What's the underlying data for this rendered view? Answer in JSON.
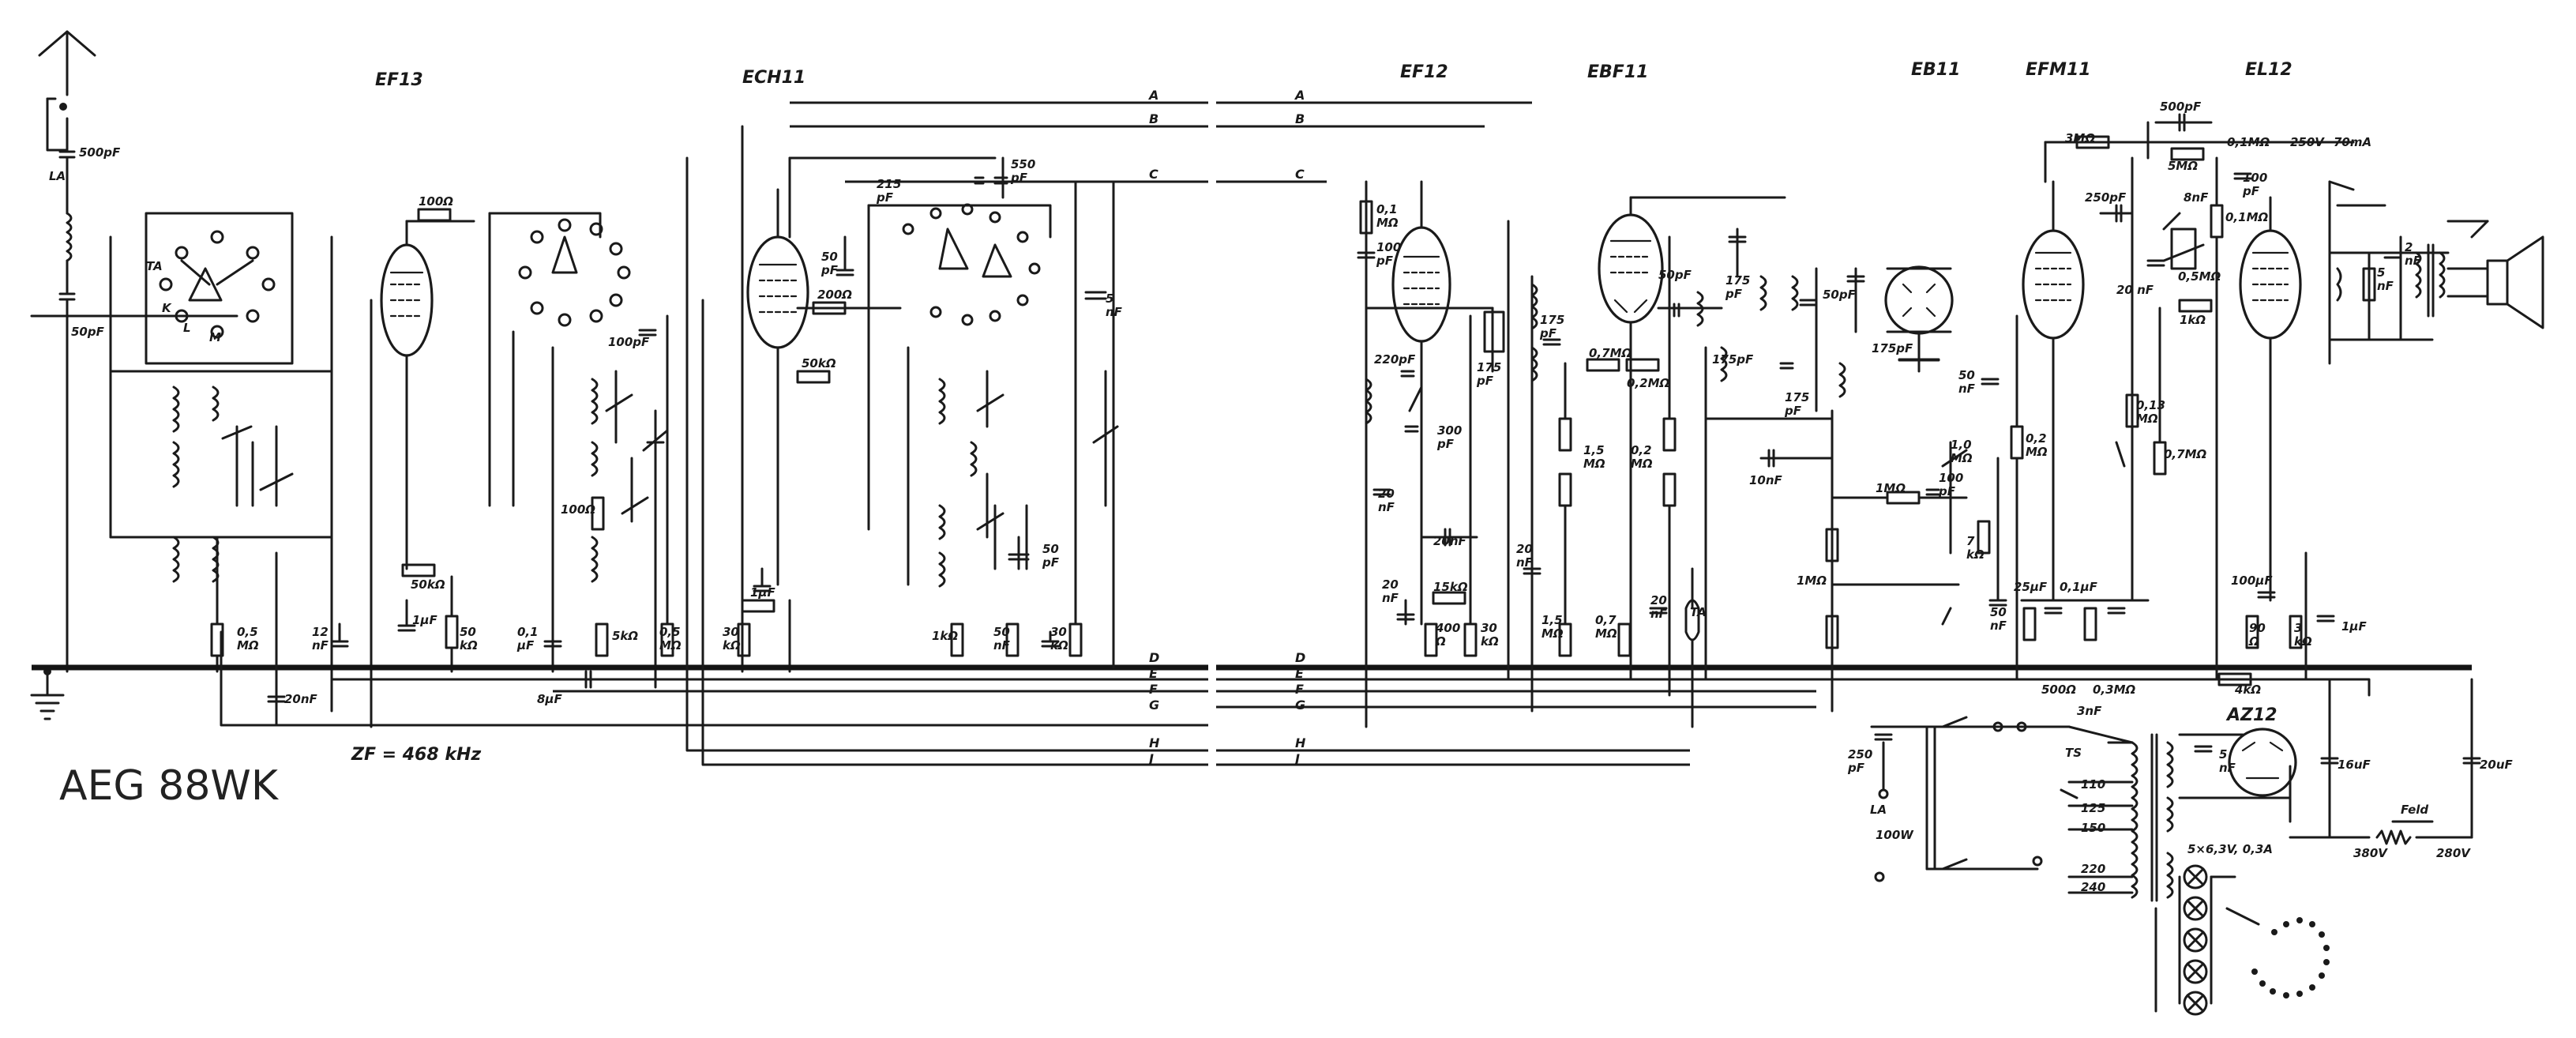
{
  "title": "AEG 88WK",
  "if_note": "ZF = 468 kHz",
  "tubes": [
    "EF13",
    "ECH11",
    "EF12",
    "EBF11",
    "EB11",
    "EFM11",
    "EL12",
    "AZ12"
  ],
  "buses_left": [
    "A",
    "B",
    "C",
    "D",
    "E",
    "F",
    "G",
    "H",
    "J"
  ],
  "buses_right": [
    "A",
    "B",
    "C",
    "D",
    "E",
    "F",
    "G",
    "H",
    "J"
  ],
  "components": {
    "c_ant": "500pF",
    "la": "LA",
    "c_50pf": "50pF",
    "sw_ta": "TA",
    "sw_k": "K",
    "sw_l": "L",
    "sw_m": "M",
    "r_05": "0,5\nMΩ",
    "c_12nf": "12\nnF",
    "c_20nf": "20nF",
    "r_100": "100Ω",
    "r_50k": "50kΩ",
    "c_1uf": "1µF",
    "r_50k2": "50\nkΩ",
    "c_01": "0,1\nµF",
    "c_8uf": "8µF",
    "r_100b": "100Ω",
    "r_5k": "5kΩ",
    "r_05b": "0,5\nMΩ",
    "c_100pf": "100pF",
    "c_215": "215\npF",
    "c_550": "550\npF",
    "c_50pf2": "50\npF",
    "r_200": "200Ω",
    "c_5nf": "5\nnF",
    "r_50k3": "50kΩ",
    "c_1uf2": "1µF",
    "r_30k": "30\nkΩ",
    "r_1k": "1kΩ",
    "c_50nf": "50\nnF",
    "r_30k2": "30\nkΩ",
    "c_50pf3": "50\npF",
    "r_01": "0,1\nMΩ",
    "c_100pf2": "100\npF",
    "c_220": "220pF",
    "c_300": "300\npF",
    "c_175": "175\npF",
    "c_20nf2": "20\nnF",
    "c_20nf3": "20nF",
    "c_20nf4": "20\nnF",
    "r_15k": "15kΩ",
    "r_400": "400\nΩ",
    "r_30k3": "30\nkΩ",
    "c_20nf5": "20\nnF",
    "c_175b": "175\npF",
    "r_07": "0,7MΩ",
    "r_02": "0,2MΩ",
    "r_15": "1,5\nMΩ",
    "r_02b": "0,2\nMΩ",
    "c_10nf": "10nF",
    "r_15b": "1,5\nMΩ",
    "r_07b": "0,7\nMΩ",
    "c_20nf6": "20\nnF",
    "ta": "TA",
    "c_50pf4": "50pF",
    "c_175c": "175\npF",
    "c_175d": "175pF",
    "c_175e": "175\npF",
    "c_50pf5": "50pF",
    "c_175f": "175pF",
    "r_1m": "1MΩ",
    "r_1m2": "1MΩ",
    "pot_10": "1,0\nMΩ",
    "c_100pf3": "100\npF",
    "r_7k": "7\nkΩ",
    "c_50nf2": "50\nnF",
    "r_02c": "0,2\nMΩ",
    "c_25uf": "25µF",
    "c_01uf": "0,1µF",
    "r_500": "500Ω",
    "r_03": "0,3MΩ",
    "c_50nf3": "50\nnF",
    "r_3m": "3MΩ",
    "c_500pf": "500pF",
    "r_5m": "5MΩ",
    "r_01b": "0,1MΩ",
    "c_250pf": "250pF",
    "c_8nf": "8nF",
    "pot_05": "0,5MΩ",
    "r_013": "0,13\nMΩ",
    "r_07c": "0,7MΩ",
    "c_20nf7": "20 nF",
    "r_1k2": "1kΩ",
    "r_01c": "0,1MΩ",
    "c_100pf4": "100\npF",
    "v_250": "250V",
    "i_70": "70mA",
    "c_5nf2": "5\nnF",
    "c_2nf": "2\nnF",
    "c_100uf": "100µF",
    "r_90": "90\nΩ",
    "r_3k": "3\nkΩ",
    "c_1uf3": "1µF",
    "r_4k": "4kΩ",
    "c_250pf2": "250\npF",
    "la2": "LA",
    "sw_100w": "100W",
    "c_3nf": "3nF",
    "ts": "TS",
    "t_110": "110",
    "t_125": "125",
    "t_150": "150",
    "t_220": "220",
    "t_240": "240",
    "c_5nf3": "5\nnF",
    "c_16uf": "16uF",
    "c_20uf": "20uF",
    "feld": "Feld",
    "v_380": "380V",
    "v_280": "280V",
    "lamps": "5×6,3V, 0,3A"
  }
}
